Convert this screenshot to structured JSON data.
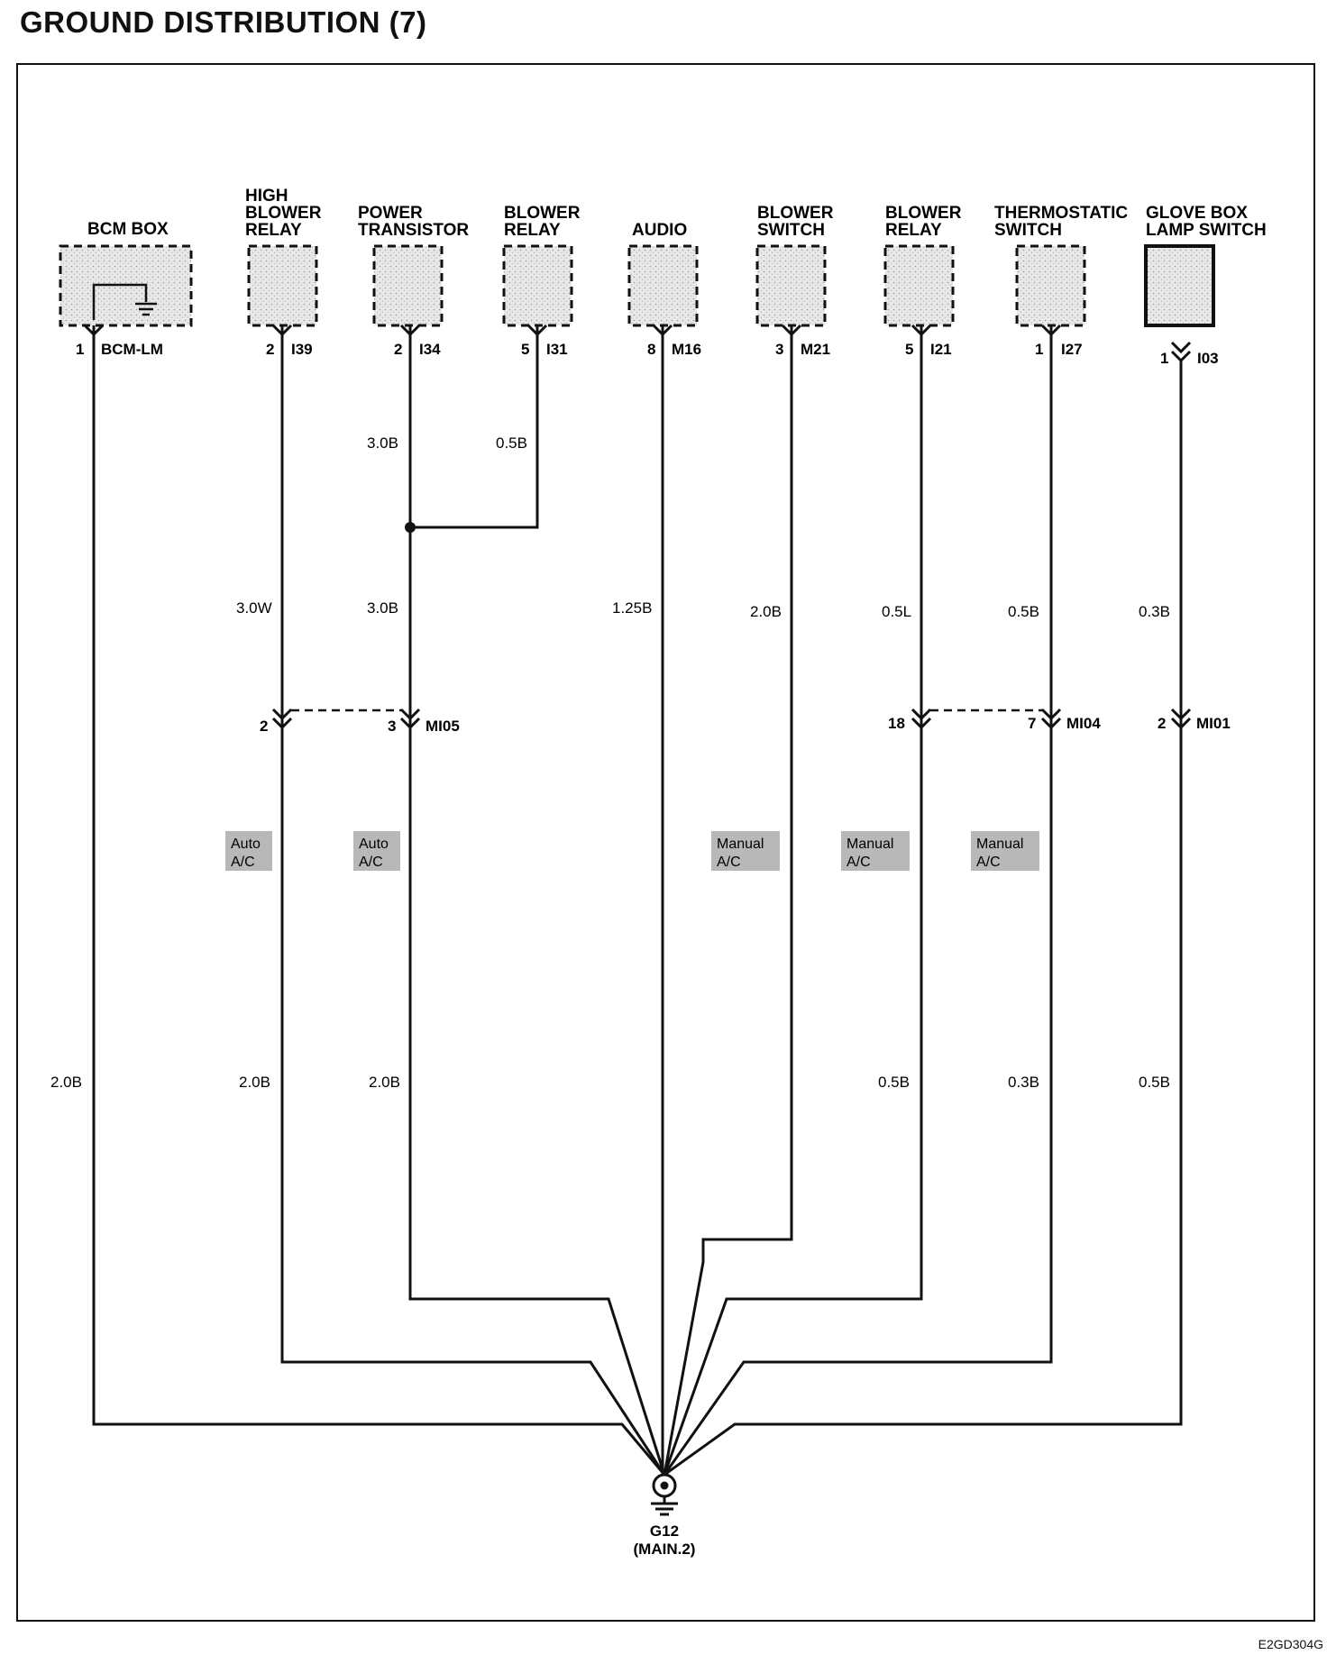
{
  "title": "GROUND DISTRIBUTION (7)",
  "doc_code": "E2GD304G",
  "components": [
    {
      "id": "bcm",
      "name": [
        "BCM BOX"
      ],
      "pin": "1",
      "connector": "BCM-LM"
    },
    {
      "id": "high-blower-relay",
      "name": [
        "HIGH",
        "BLOWER",
        "RELAY"
      ],
      "pin": "2",
      "connector": "I39"
    },
    {
      "id": "power-transistor",
      "name": [
        "POWER",
        "TRANSISTOR"
      ],
      "pin": "2",
      "connector": "I34"
    },
    {
      "id": "blower-relay-a",
      "name": [
        "BLOWER",
        "RELAY"
      ],
      "pin": "5",
      "connector": "I31"
    },
    {
      "id": "audio",
      "name": [
        "AUDIO"
      ],
      "pin": "8",
      "connector": "M16"
    },
    {
      "id": "blower-switch",
      "name": [
        "BLOWER",
        "SWITCH"
      ],
      "pin": "3",
      "connector": "M21"
    },
    {
      "id": "blower-relay-b",
      "name": [
        "BLOWER",
        "RELAY"
      ],
      "pin": "5",
      "connector": "I21"
    },
    {
      "id": "thermostatic-switch",
      "name": [
        "THERMOSTATIC",
        "SWITCH"
      ],
      "pin": "1",
      "connector": "I27"
    },
    {
      "id": "glove-box-lamp-switch",
      "name": [
        "GLOVE BOX",
        "LAMP SWITCH"
      ],
      "pin": "1",
      "connector": "I03"
    }
  ],
  "wire_labels": {
    "bcm": "2.0B",
    "high_blower_upper": "3.0W",
    "high_blower_lower": "2.0B",
    "power_transistor_upper": "3.0B",
    "power_transistor_mid": "3.0B",
    "power_transistor_lower": "2.0B",
    "blower_relay_a": "0.5B",
    "audio": "1.25B",
    "blower_switch": "2.0B",
    "blower_relay_b_upper": "0.5L",
    "blower_relay_b_lower": "0.5B",
    "thermostatic_upper": "0.5B",
    "thermostatic_lower": "0.3B",
    "glove_box_upper": "0.3B",
    "glove_box_lower": "0.5B"
  },
  "inline_connectors": {
    "mi05": {
      "name": "MI05",
      "pin_left": "2",
      "pin_right": "3"
    },
    "mi04": {
      "name": "MI04",
      "pin_left": "18",
      "pin_right": "7"
    },
    "mi01": {
      "name": "MI01",
      "pin": "2"
    }
  },
  "option_notes": {
    "auto_ac_1": [
      "Auto",
      "A/C"
    ],
    "auto_ac_2": [
      "Auto",
      "A/C"
    ],
    "manual_ac_1": [
      "Manual",
      "A/C"
    ],
    "manual_ac_2": [
      "Manual",
      "A/C"
    ],
    "manual_ac_3": [
      "Manual",
      "A/C"
    ]
  },
  "ground": {
    "name": "G12",
    "location": "(MAIN.2)"
  },
  "colors": {
    "line": "#111111",
    "component_fill": "#e6e6e6",
    "note_fill": "#b8b8b8"
  }
}
